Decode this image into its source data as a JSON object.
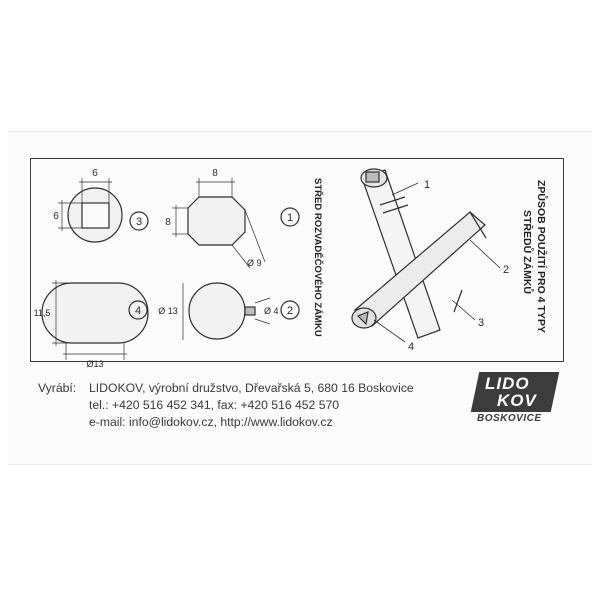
{
  "panel": {
    "title_line1": "ZPŮSOB POUŽITÍ PRO 4 TYPY",
    "title_line2": "STŘEDŮ ZÁMKŮ",
    "side_title": "STŘED ROZVADĚČOVÉHO ZÁMKU"
  },
  "shapes": {
    "square": {
      "number": "3",
      "width_label": "6",
      "height_label": "6"
    },
    "square_chamfered": {
      "number": "1",
      "width_label": "8",
      "height_label": "8",
      "diag_label": "Ø 9"
    },
    "circle_pin": {
      "number": "2",
      "diameter_label": "Ø 13",
      "pin_label": "Ø 4"
    },
    "half_circle": {
      "number": "4",
      "height_label": "11,5",
      "diameter_label": "Ø13"
    }
  },
  "key_callouts": [
    "1",
    "2",
    "3",
    "4"
  ],
  "footer": {
    "maker_label": "Vyrábí:",
    "maker_line": "LIDOKOV, výrobní družstvo, Dřevařská 5, 680 16 Boskovice",
    "phone_line": "tel.: +420 516 452 341, fax: +420 516 452 570",
    "contact_line": "e-mail: info@lidokov.cz, http://www.lidokov.cz"
  },
  "logo": {
    "line1": "LIDO",
    "line2": "KOV",
    "sub": "BOSKOVICE"
  }
}
